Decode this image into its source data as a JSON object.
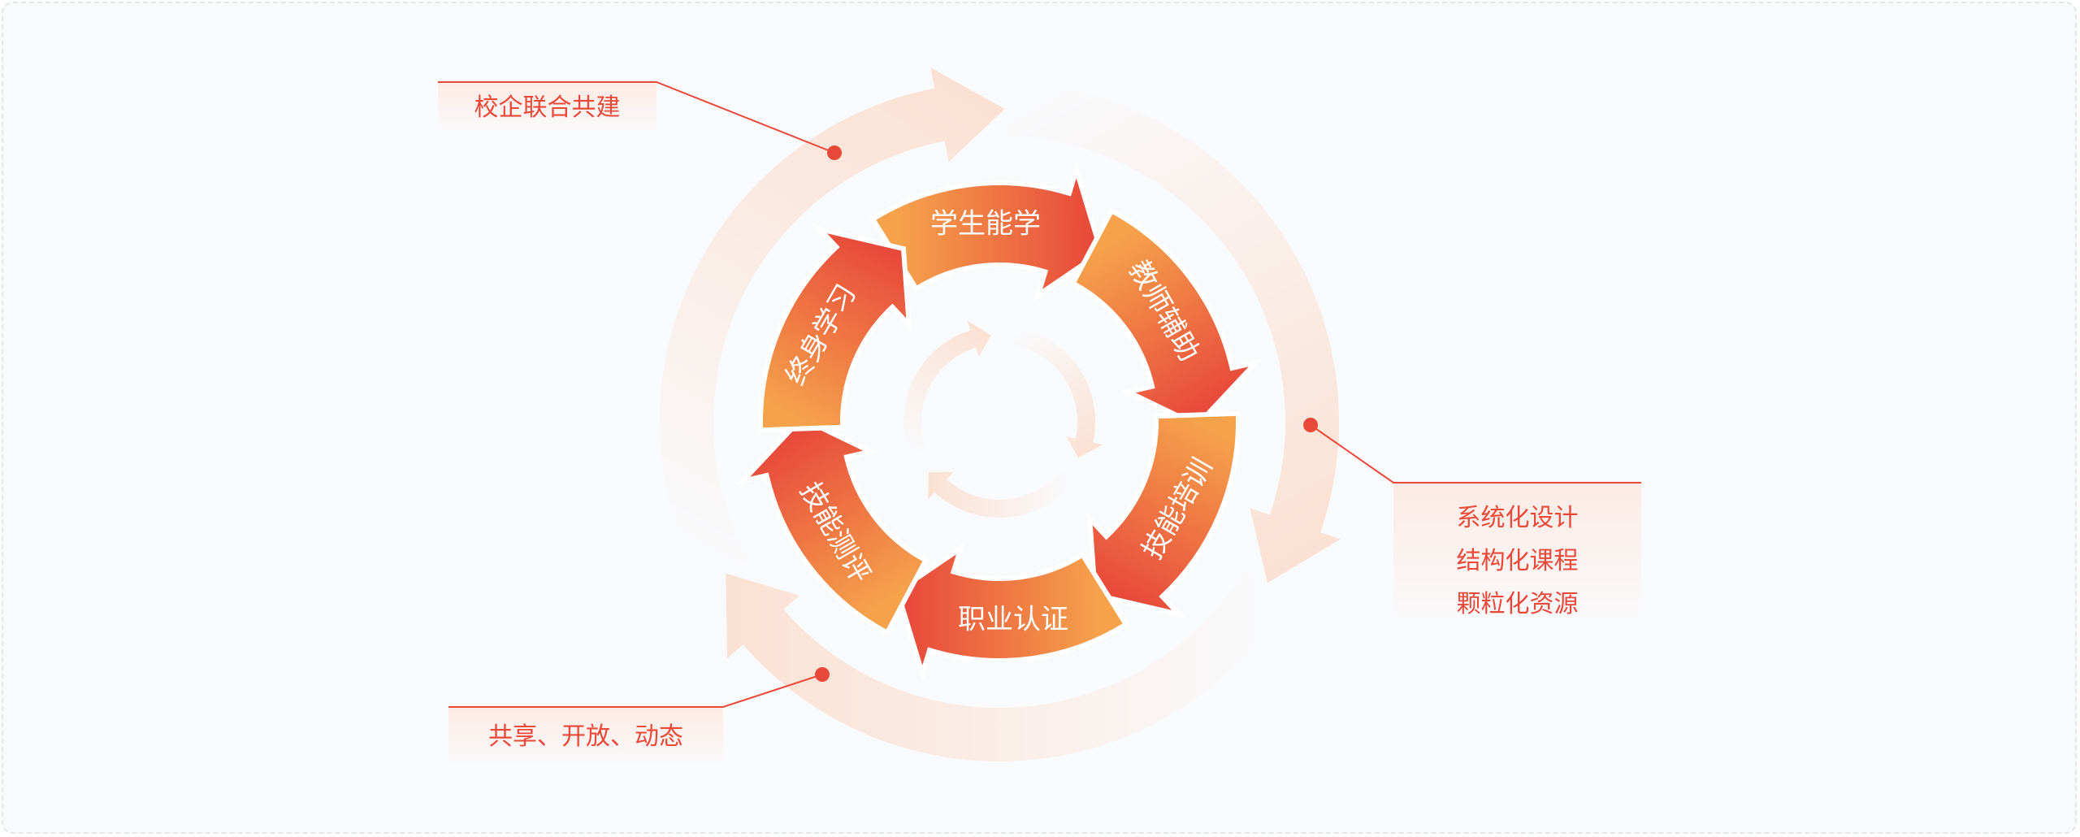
{
  "cycle": {
    "segments": [
      {
        "label": "学生能学"
      },
      {
        "label": "教师辅助"
      },
      {
        "label": "技能培训"
      },
      {
        "label": "职业认证"
      },
      {
        "label": "技能测评"
      },
      {
        "label": "终身学习"
      }
    ],
    "colors": {
      "tail": "#F5A24B",
      "head": "#E8493B",
      "faint": "#FBE1D3",
      "accent": "#E8493B"
    }
  },
  "callouts": {
    "top_left": {
      "label": "校企联合共建"
    },
    "right": {
      "lines": [
        "系统化设计",
        "结构化课程",
        "颗粒化资源"
      ]
    },
    "bottom_left": {
      "label": "共享、开放、动态"
    }
  }
}
